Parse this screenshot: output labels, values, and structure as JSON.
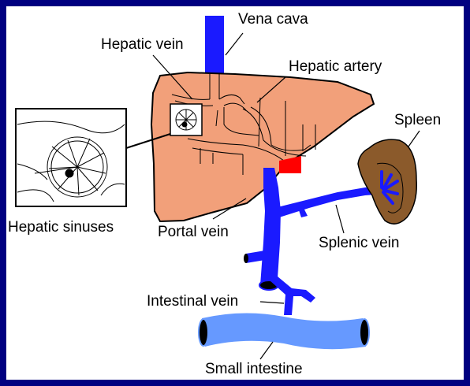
{
  "labels": {
    "vena_cava": "Vena cava",
    "hepatic_vein": "Hepatic vein",
    "hepatic_artery": "Hepatic artery",
    "spleen": "Spleen",
    "hepatic_sinuses": "Hepatic sinuses",
    "portal_vein": "Portal vein",
    "splenic_vein": "Splenic vein",
    "intestinal_vein": "Intestinal vein",
    "small_intestine": "Small intestine"
  },
  "colors": {
    "frame": "#000080",
    "liver": "#f2a07a",
    "spleen": "#8b5a2b",
    "vein": "#1a1aff",
    "artery": "#ff0000",
    "intestine": "#6699ff"
  }
}
